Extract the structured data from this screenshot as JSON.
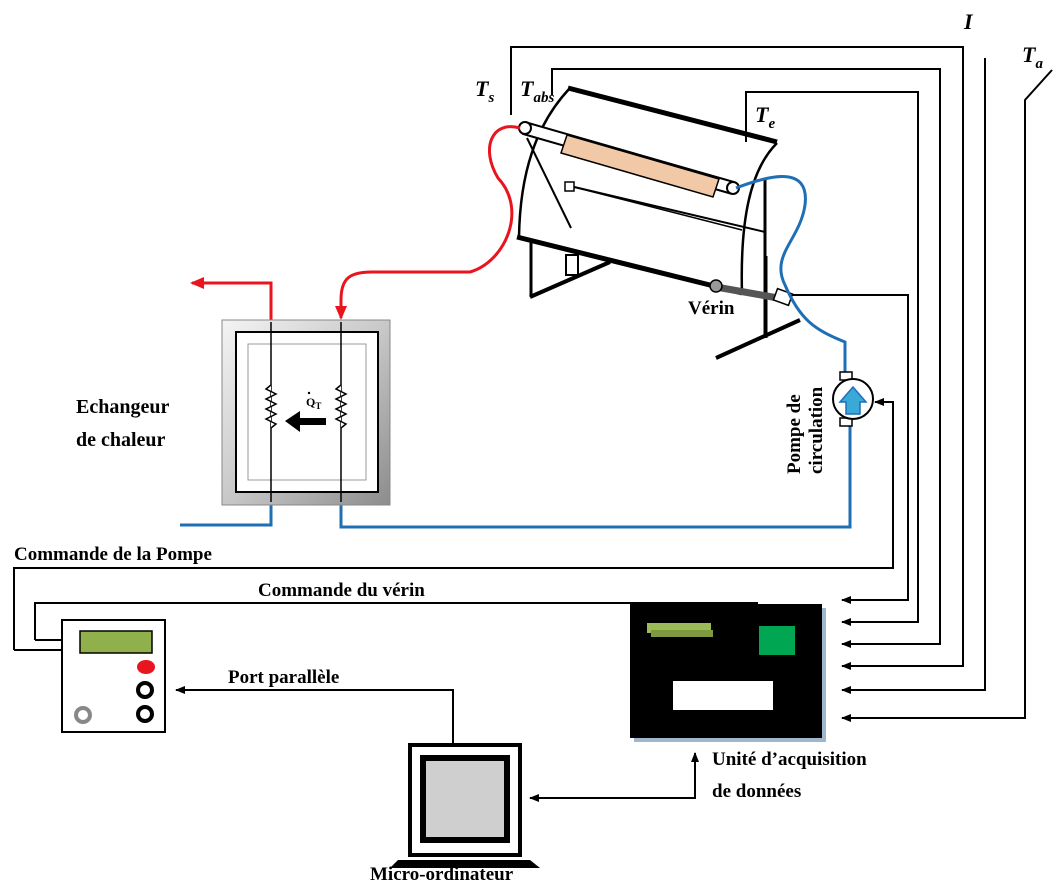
{
  "symbols": {
    "ts": {
      "main": "T",
      "sub": "s"
    },
    "tabs": {
      "main": "T",
      "sub": "abs"
    },
    "te": {
      "main": "T",
      "sub": "e"
    },
    "i": "I",
    "ta": {
      "main": "T",
      "sub": "a"
    },
    "qt": {
      "main": "Q",
      "sub": "T"
    }
  },
  "labels": {
    "verin": "Vérin",
    "pompe_line1": "Pompe de",
    "pompe_line2": "circulation",
    "echangeur_line1": "Echangeur",
    "echangeur_line2": "de chaleur",
    "commande_pompe": "Commande de la Pompe",
    "commande_verin": "Commande du vérin",
    "port_parallele": "Port parallèle",
    "unite_line1": "Unité d’acquisition",
    "unite_line2": "de données",
    "micro": "Micro-ordinateur"
  },
  "colors": {
    "hot_fluid": "#e8141e",
    "cold_fluid": "#1f6fb5",
    "absorber_tube": "#f2c9a6",
    "daq_body": "#000000",
    "daq_green_block": "#00a651",
    "daq_lcd": "#9bbb59",
    "controller_lcd": "#8fb04a",
    "controller_button_red": "#e8141e",
    "pump_arrow": "#3aa9d8"
  }
}
